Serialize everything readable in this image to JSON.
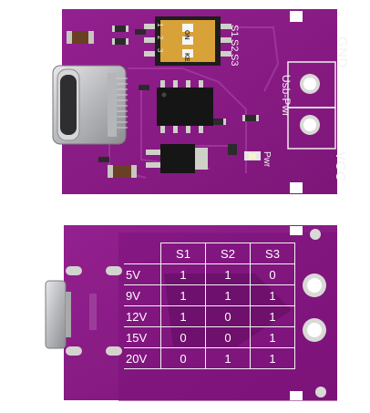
{
  "top_board": {
    "switch_labels": [
      "S1",
      "S2",
      "S3"
    ],
    "switch_numbers": [
      "1",
      "2",
      "3"
    ],
    "switch_on": "ON",
    "switch_ke": "KE",
    "gnd": "GND",
    "usb_pwr": "Usb-Pwr",
    "vcc": "VCC",
    "pwr": "Pwr"
  },
  "bottom_board": {
    "table": {
      "headers": [
        "S1",
        "S2",
        "S3"
      ],
      "rows": [
        {
          "label": "5V",
          "values": [
            "1",
            "1",
            "0"
          ]
        },
        {
          "label": "9V",
          "values": [
            "1",
            "1",
            "1"
          ]
        },
        {
          "label": "12V",
          "values": [
            "1",
            "0",
            "1"
          ]
        },
        {
          "label": "15V",
          "values": [
            "0",
            "0",
            "1"
          ]
        },
        {
          "label": "20V",
          "values": [
            "0",
            "1",
            "1"
          ]
        }
      ]
    }
  },
  "colors": {
    "pcb": "#8a1a86",
    "pcb_dark": "#6e1070",
    "pad": "#cfd0c8",
    "silkscreen": "#f2f2f2"
  }
}
